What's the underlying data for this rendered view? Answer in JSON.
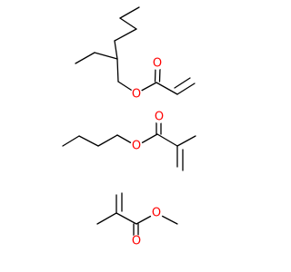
{
  "structures": [
    {
      "id": "mol1",
      "atom_labels": [
        "O",
        "O"
      ]
    },
    {
      "id": "mol2",
      "atom_labels": [
        "O",
        "O"
      ]
    },
    {
      "id": "mol3",
      "atom_labels": [
        "O",
        "O"
      ]
    }
  ],
  "colors": {
    "bond": "#000000",
    "heteroatom_oxygen": "#ff0000",
    "background": "#ffffff"
  }
}
